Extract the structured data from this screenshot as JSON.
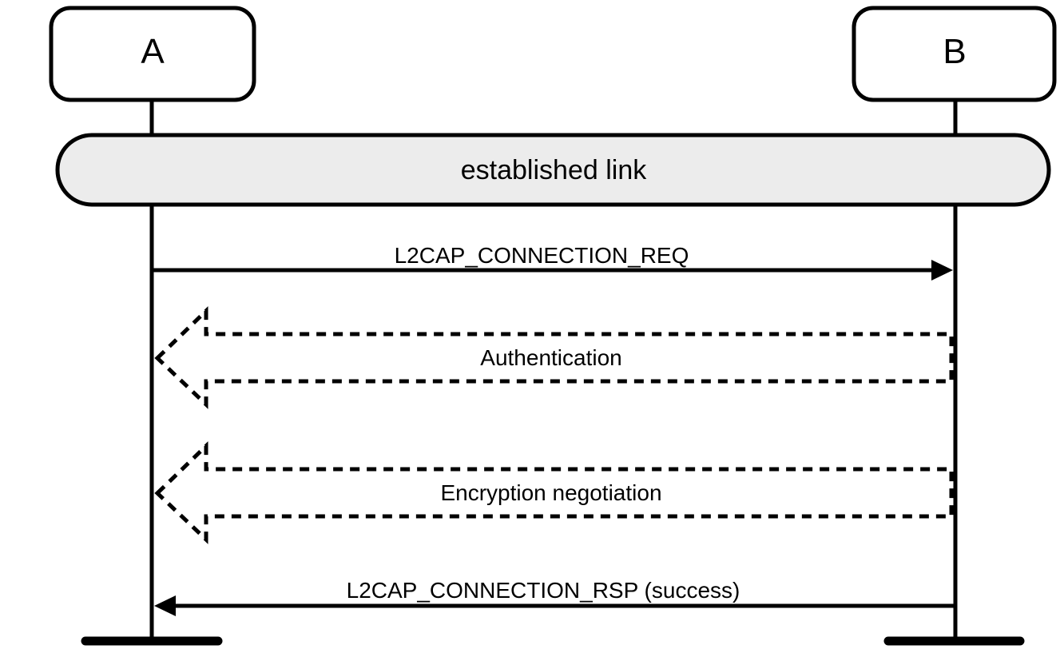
{
  "diagram": {
    "type": "sequence-diagram",
    "actors": {
      "a": {
        "label": "A"
      },
      "b": {
        "label": "B"
      }
    },
    "banner": {
      "label": "established link"
    },
    "messages": {
      "req": {
        "label": "L2CAP_CONNECTION_REQ",
        "from": "A",
        "to": "B",
        "line": "solid"
      },
      "auth": {
        "label": "Authentication",
        "from": "B",
        "to": "A",
        "line": "dashed-block"
      },
      "encrypt": {
        "label": "Encryption negotiation",
        "from": "B",
        "to": "A",
        "line": "dashed-block"
      },
      "rsp": {
        "label": "L2CAP_CONNECTION_RSP (success)",
        "from": "B",
        "to": "A",
        "line": "solid"
      }
    },
    "colors": {
      "stroke": "#000000",
      "background": "#ffffff",
      "banner_fill": "#ececec"
    }
  }
}
